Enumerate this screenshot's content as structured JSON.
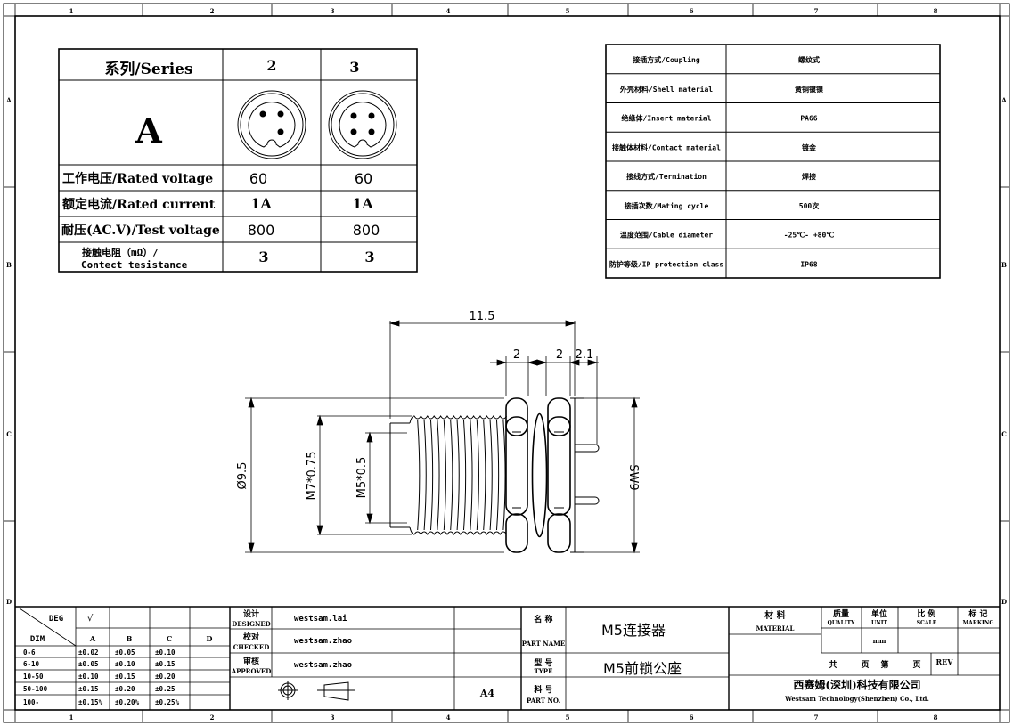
{
  "zones": {
    "cols": [
      "1",
      "2",
      "3",
      "4",
      "5",
      "6",
      "7",
      "8"
    ],
    "rows": [
      "A",
      "B",
      "C",
      "D"
    ]
  },
  "series_table": {
    "header": "系列/Series",
    "col_labels": [
      "2",
      "3"
    ],
    "series_letter": "A",
    "rows": [
      {
        "label": "工作电压/Rated voltage",
        "values": [
          "60",
          "60"
        ]
      },
      {
        "label": "额定电流/Rated current",
        "values": [
          "1A",
          "1A"
        ]
      },
      {
        "label": "耐压(AC.V)/Test voltage",
        "values": [
          "800",
          "800"
        ]
      },
      {
        "label_line1": "接触电阻（mΩ）/",
        "label_line2": "Contect tesistance",
        "values": [
          "3",
          "3"
        ]
      }
    ]
  },
  "spec_table": [
    {
      "label": "接插方式/Coupling",
      "value": "螺纹式"
    },
    {
      "label": "外壳材料/Shell material",
      "value": "黄铜镀镍"
    },
    {
      "label": "绝缘体/Insert material",
      "value": "PA66"
    },
    {
      "label": "接触体材料/Contact material",
      "value": "镀金"
    },
    {
      "label": "接线方式/Termination",
      "value": "焊接"
    },
    {
      "label": "接插次数/Mating cycle",
      "value": "500次"
    },
    {
      "label": "温度范围/Cable diameter",
      "value": "-25℃- +80℃"
    },
    {
      "label": "防护等级/IP protection class",
      "value": "IP68"
    }
  ],
  "dimensions": {
    "overall_length": "11.5",
    "nut1": "2",
    "nut2": "2",
    "pin": "2.1",
    "diameter": "Ø9.5",
    "thread_outer": "M7*0.75",
    "thread_inner": "M5*0.5",
    "wrench": "SW9"
  },
  "tolerance_table": {
    "deg_label": "DEG",
    "dim_label": "DIM",
    "check": "√",
    "cols": [
      "A",
      "B",
      "C",
      "D"
    ],
    "rows": [
      {
        "range": "0-6",
        "values": [
          "±0.02",
          "±0.05",
          "±0.10",
          ""
        ]
      },
      {
        "range": "6-10",
        "values": [
          "±0.05",
          "±0.10",
          "±0.15",
          ""
        ]
      },
      {
        "range": "10-50",
        "values": [
          "±0.10",
          "±0.15",
          "±0.20",
          ""
        ]
      },
      {
        "range": "50-100",
        "values": [
          "±0.15",
          "±0.20",
          "±0.25",
          ""
        ]
      },
      {
        "range": "100-",
        "values": [
          "±0.15%",
          "±0.20%",
          "±0.25%",
          ""
        ]
      }
    ]
  },
  "title_block": {
    "designed_cn": "设计",
    "designed_en": "DESIGNED",
    "designed_by": "westsam.lai",
    "checked_cn": "校对",
    "checked_en": "CHECKED",
    "checked_by": "westsam.zhao",
    "approved_cn": "审核",
    "approved_en": "APPROVED",
    "approved_by": "westsam.zhao",
    "paper_size": "A4",
    "part_name_cn": "名 称",
    "part_name_en": "PART NAME",
    "part_name": "M5连接器",
    "type_cn": "型 号",
    "type_en": "TYPE",
    "type": "M5前锁公座",
    "part_no_cn": "料 号",
    "part_no_en": "PART NO.",
    "material_cn": "材 料",
    "material_en": "MATERIAL",
    "quality_cn": "质量",
    "quality_en": "QUALITY",
    "unit_cn": "单位",
    "unit_en": "UNIT",
    "unit": "mm",
    "scale_cn": "比 例",
    "scale_en": "SCALE",
    "marking_cn": "标 记",
    "marking_en": "MARKING",
    "total_pages": "共",
    "page_word": "页",
    "page_no": "第",
    "page_word2": "页",
    "rev": "REV",
    "company_cn": "西赛姆(深圳)科技有限公司",
    "company_en": "Westsam Technology(Shenzhen) Co., Ltd."
  }
}
